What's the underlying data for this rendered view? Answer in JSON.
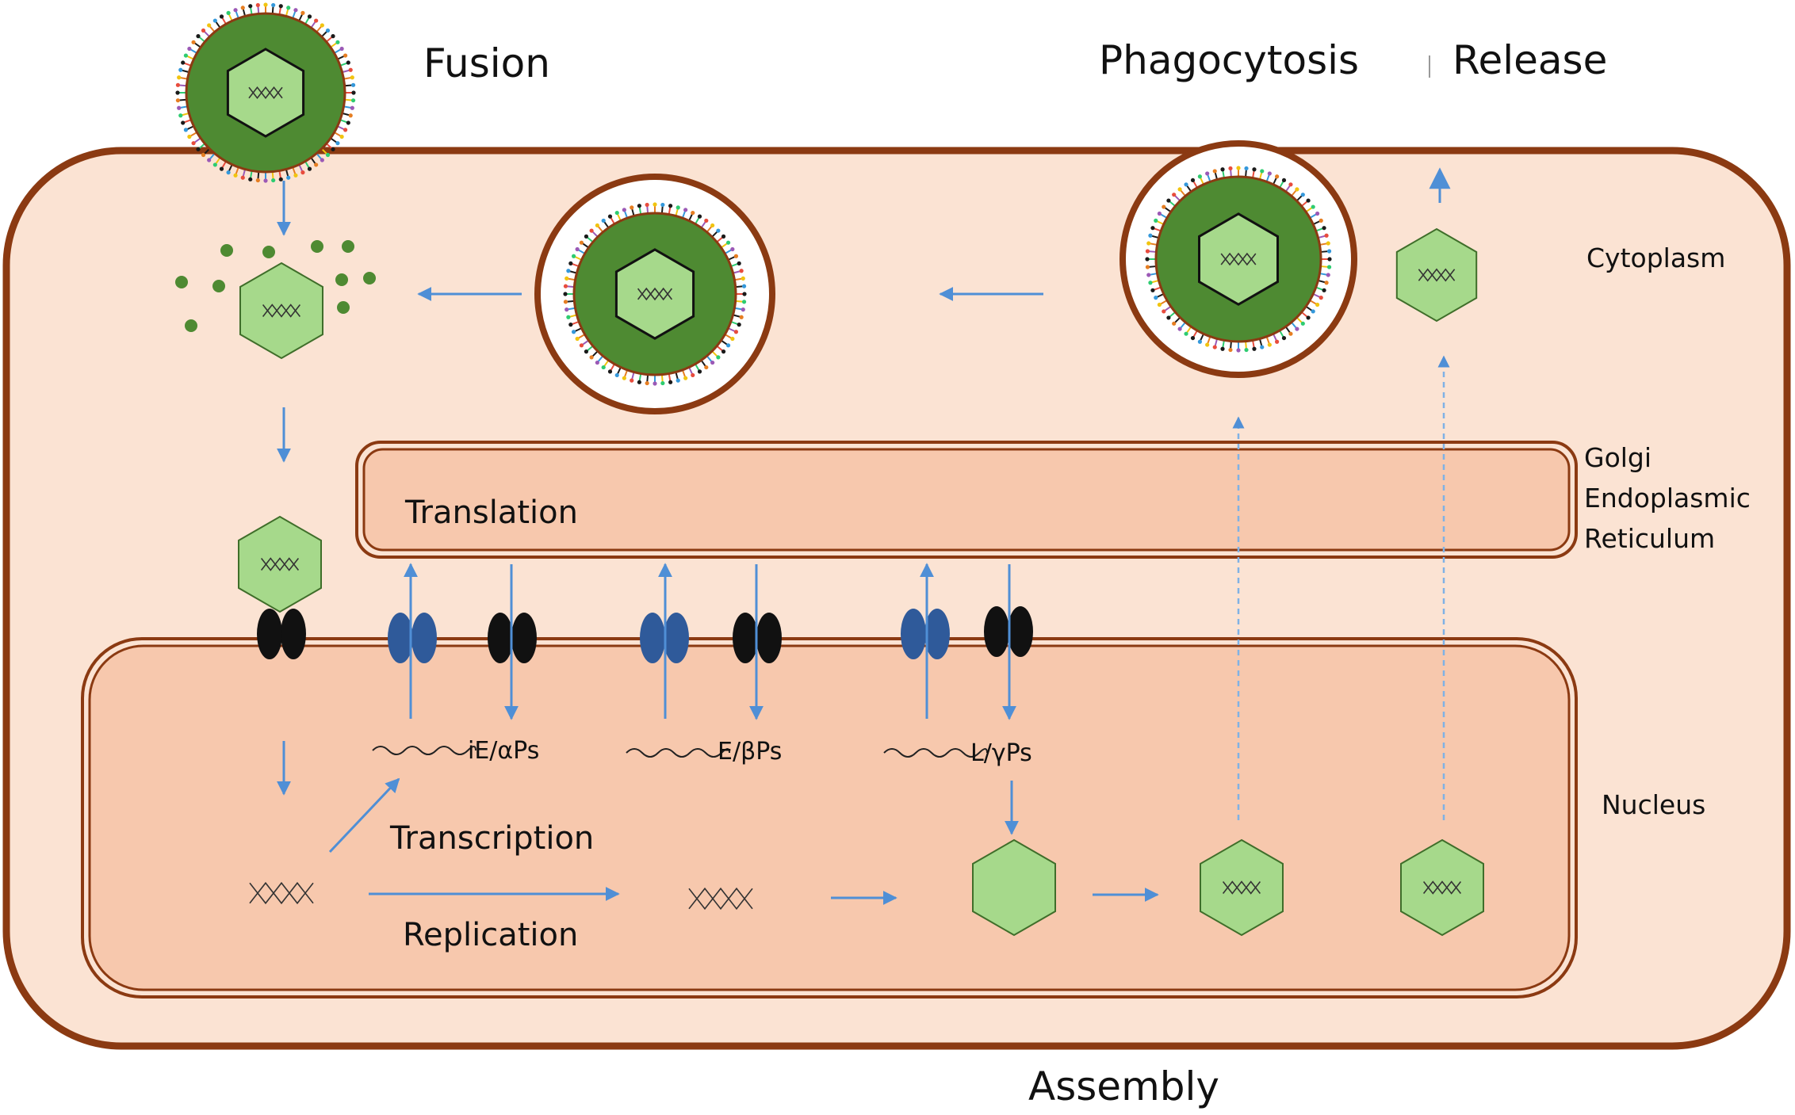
{
  "labels": {
    "fusion": "Fusion",
    "phagocytosis": "Phagocytosis",
    "release": "Release",
    "cytoplasm": "Cytoplasm",
    "golgi": "Golgi",
    "endoplasmic": "Endoplasmic",
    "reticulum": "Reticulum",
    "translation": "Translation",
    "nucleus": "Nucleus",
    "transcription": "Transcription",
    "replication": "Replication",
    "assembly": "Assembly",
    "ie_aps": "iE/αPs",
    "e_bps": "E/βPs",
    "l_gps": "L/γPs"
  },
  "colors": {
    "cell_fill": "#fbe3d3",
    "cell_border": "#8b3a12",
    "nucleus_fill": "#f7c8ad",
    "envelope_green": "#4e8a32",
    "capsid_green": "#a6d98b",
    "capsid_border": "#3f6e2a",
    "arrow_blue": "#4f8fd6",
    "pore_blue": "#2f5a9a",
    "pore_black": "#111111"
  }
}
